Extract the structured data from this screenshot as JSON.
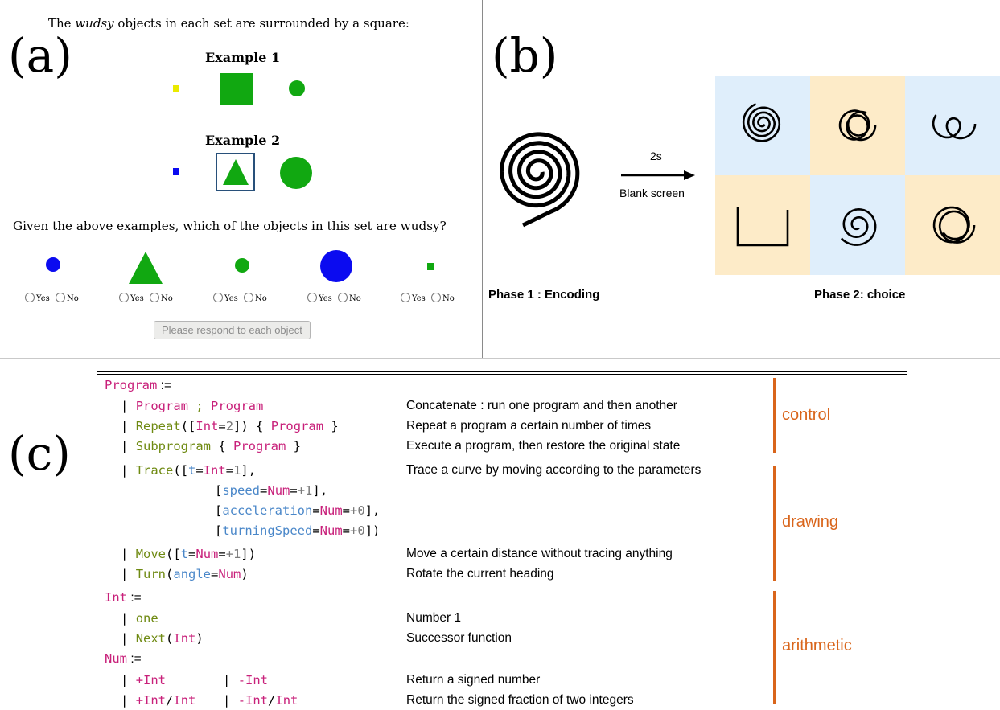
{
  "panel_a": {
    "label": "(a)",
    "instruction_pre": "The ",
    "instruction_word": "wudsy",
    "instruction_post": " objects in each set are surrounded by a square:",
    "example1_title": "Example 1",
    "example2_title": "Example 2",
    "question": "Given the above examples, which of the objects in this set are wudsy?",
    "yes_label": "Yes",
    "no_label": "No",
    "button_label": "Please respond to each object",
    "colors": {
      "green": "#11a811",
      "blue": "#0b0bf0",
      "yellow": "#eaea00",
      "box": "#28507a"
    }
  },
  "panel_b": {
    "label": "(b)",
    "arrow_top": "2s",
    "arrow_bottom": "Blank screen",
    "phase1": "Phase 1 : Encoding",
    "phase2": "Phase 2: choice",
    "colors": {
      "light_blue": "#dfeefb",
      "light_orange": "#fdebc8"
    }
  },
  "panel_c": {
    "label": "(c)",
    "defs": {
      "program": "Program",
      "int": "Int",
      "num": "Num",
      "assign": ":="
    },
    "rows": {
      "seq_left": "Program",
      "seq_sep": " ; ",
      "seq_right": "Program",
      "repeat_kw": "Repeat",
      "repeat_int": "Int",
      "repeat_val": "2",
      "program_word": "Program",
      "subprogram_kw": "Subprogram",
      "trace_kw": "Trace",
      "t_param": "t",
      "speed_param": "speed",
      "acc_param": "acceleration",
      "turn_param": "turningSpeed",
      "num_word": "Num",
      "int_word": "Int",
      "one_val": "1",
      "plus_one": "+1",
      "plus_zero": "+0",
      "move_kw": "Move",
      "turn_kw": "Turn",
      "angle_param": "angle",
      "one_kw": "one",
      "next_kw": "Next",
      "plus_int": "+Int",
      "minus_int": "-Int",
      "plus_frac_a": "+Int",
      "minus_frac_a": "-Int",
      "frac_slash": "/",
      "frac_int": "Int"
    },
    "descriptions": {
      "concat": "Concatenate : run one program and then another",
      "repeat": "Repeat a program a certain number of times",
      "subprogram": "Execute a program, then restore the original state",
      "trace": "Trace a curve by moving according to the parameters",
      "move": "Move a certain distance without tracing anything",
      "turn": "Rotate the current heading",
      "one": "Number 1",
      "next": "Successor function",
      "signed": "Return a signed number",
      "fraction": "Return the signed fraction of two integers"
    },
    "categories": {
      "control": "control",
      "drawing": "drawing",
      "arithmetic": "arithmetic"
    },
    "accent_color": "#d9651b"
  }
}
